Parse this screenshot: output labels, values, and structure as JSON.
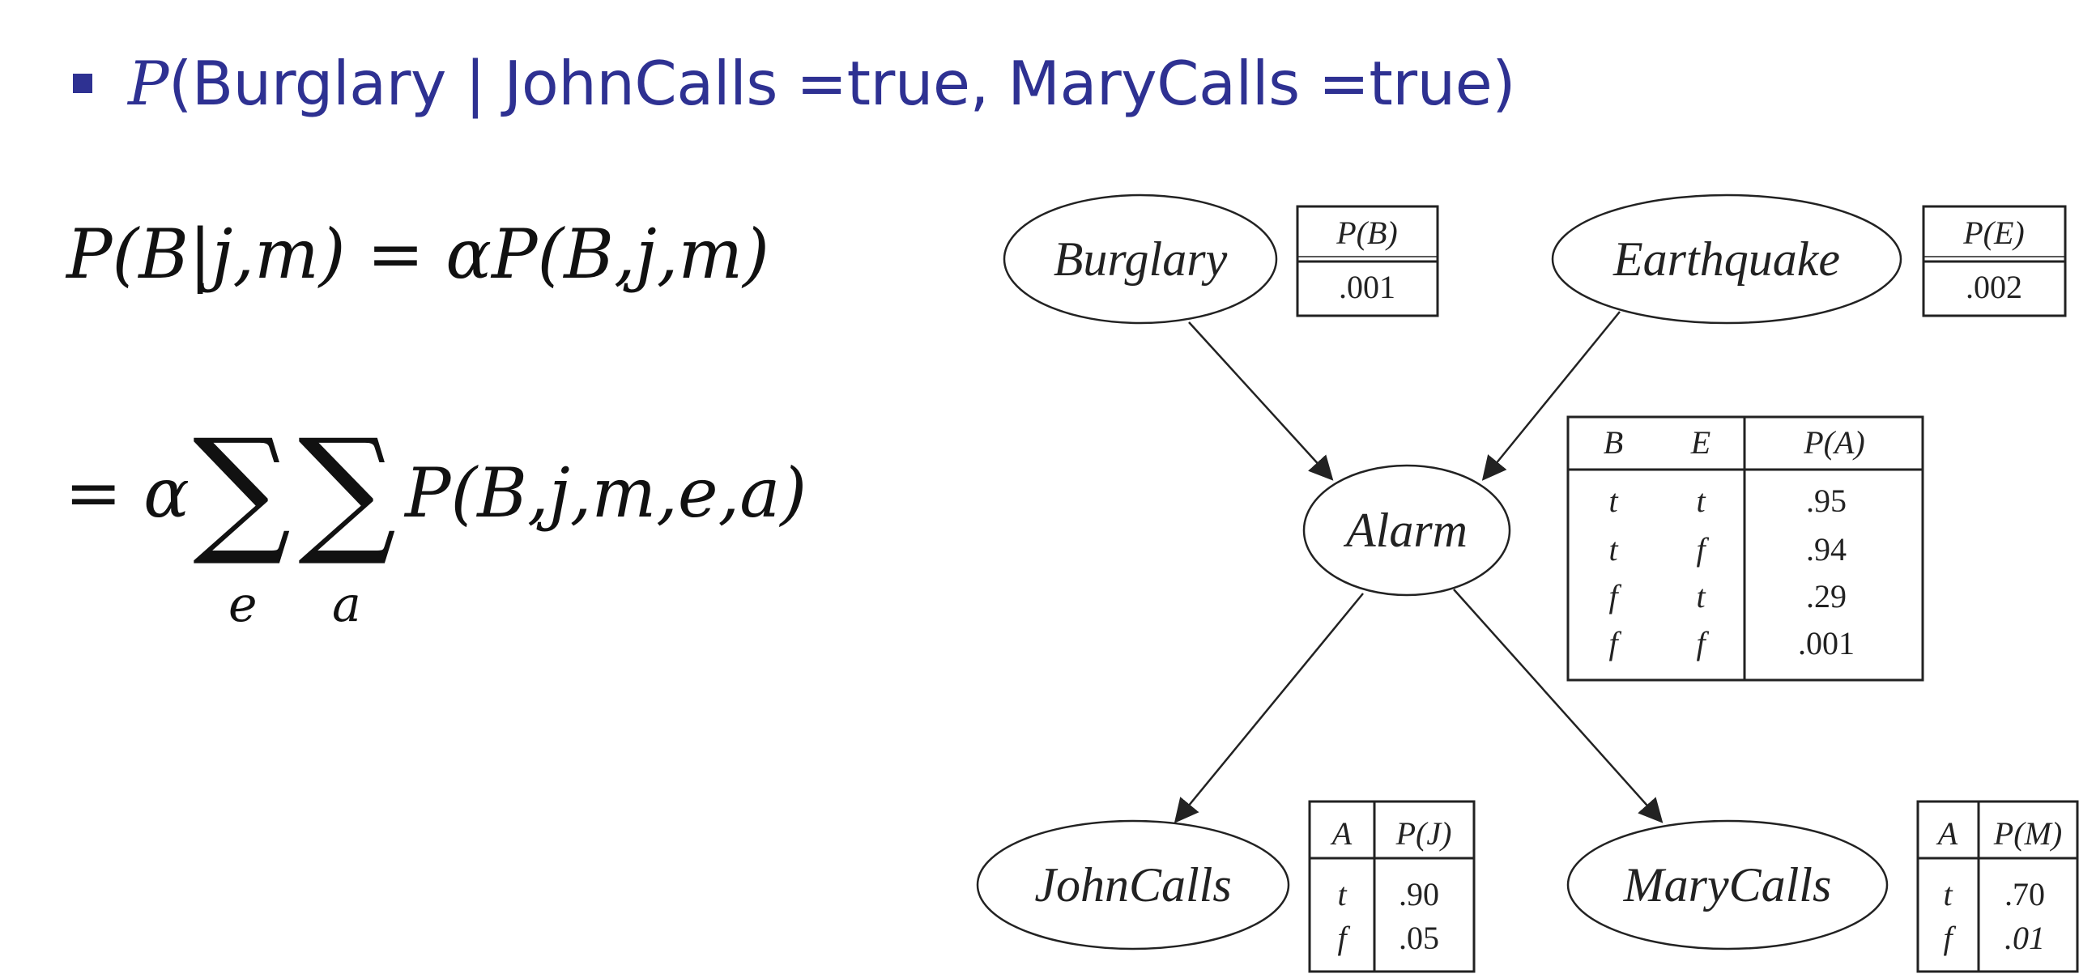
{
  "title": {
    "p": "P",
    "rest": "(Burglary | JohnCalls =true, MaryCalls =true)"
  },
  "equation1": "P(B|j,m) = αP(B,j,m)",
  "equation2": {
    "lhs": "= α",
    "sum_symbol": "∑",
    "sub1": "e",
    "sub2": "a",
    "rhs": "P(B,j,m,e,a)"
  },
  "network": {
    "nodes": {
      "burglary": "Burglary",
      "earthquake": "Earthquake",
      "alarm": "Alarm",
      "johncalls": "JohnCalls",
      "marycalls": "MaryCalls"
    },
    "cpt_b": {
      "header": "P(B)",
      "value": ".001"
    },
    "cpt_e": {
      "header": "P(E)",
      "value": ".002"
    },
    "cpt_a": {
      "headers": [
        "B",
        "E",
        "P(A)"
      ],
      "rows": [
        [
          "t",
          "t",
          ".95"
        ],
        [
          "t",
          "f",
          ".94"
        ],
        [
          "f",
          "t",
          ".29"
        ],
        [
          "f",
          "f",
          ".001"
        ]
      ]
    },
    "cpt_j": {
      "headers": [
        "A",
        "P(J)"
      ],
      "rows": [
        [
          "t",
          ".90"
        ],
        [
          "f",
          ".05"
        ]
      ]
    },
    "cpt_m": {
      "headers": [
        "A",
        "P(M)"
      ],
      "rows": [
        [
          "t",
          ".70"
        ],
        [
          "f",
          ".01"
        ]
      ]
    }
  }
}
